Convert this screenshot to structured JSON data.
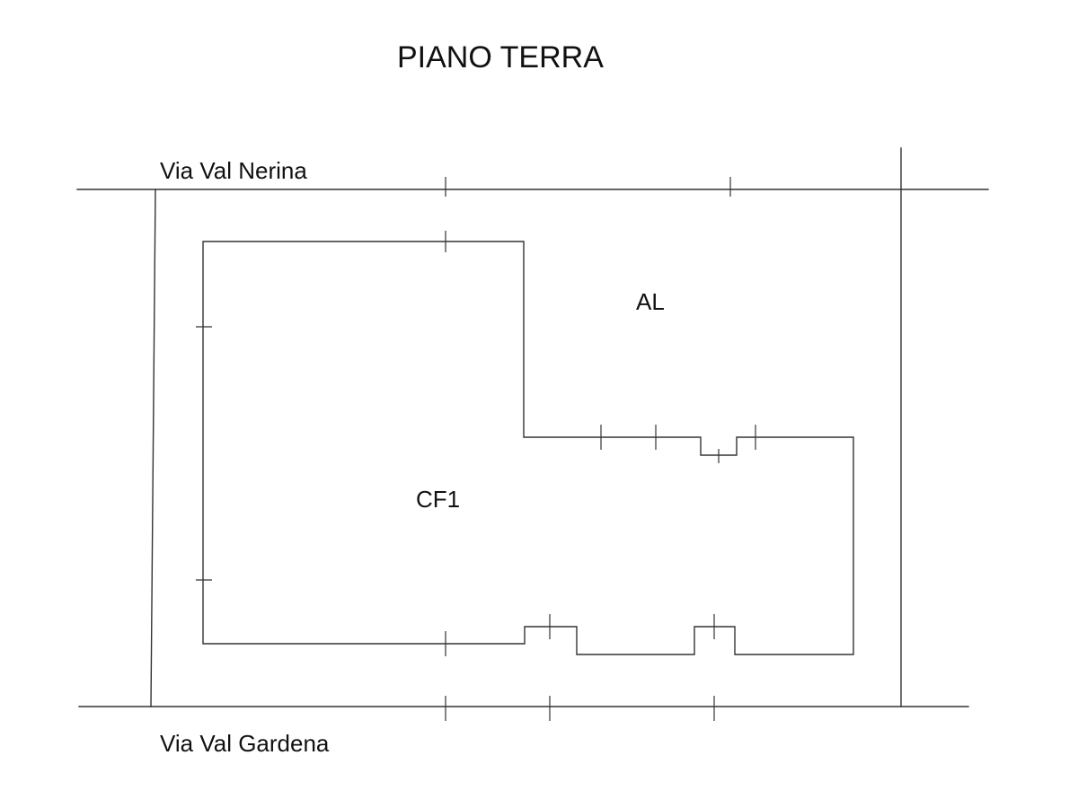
{
  "title": "PIANO TERRA",
  "streets": {
    "north": "Via Val Nerina",
    "south": "Via Val Gardena"
  },
  "areas": {
    "outdoor": "AL",
    "building": "CF1"
  }
}
